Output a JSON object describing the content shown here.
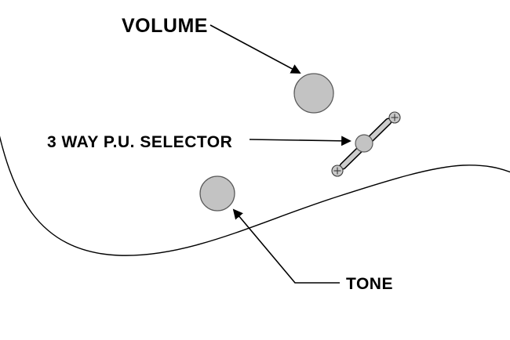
{
  "diagram": {
    "kind": "guitar-controls-callout-diagram",
    "labels": {
      "volume": "VOLUME",
      "selector": "3 WAY P.U. SELECTOR",
      "tone": "TONE"
    },
    "colors": {
      "background": "#ffffff",
      "knob_fill": "#c3c3c3",
      "knob_stroke": "#5a5a5a",
      "line": "#000000",
      "lever_fill": "#cccccc",
      "screw_fill": "#c9c9c9"
    }
  }
}
